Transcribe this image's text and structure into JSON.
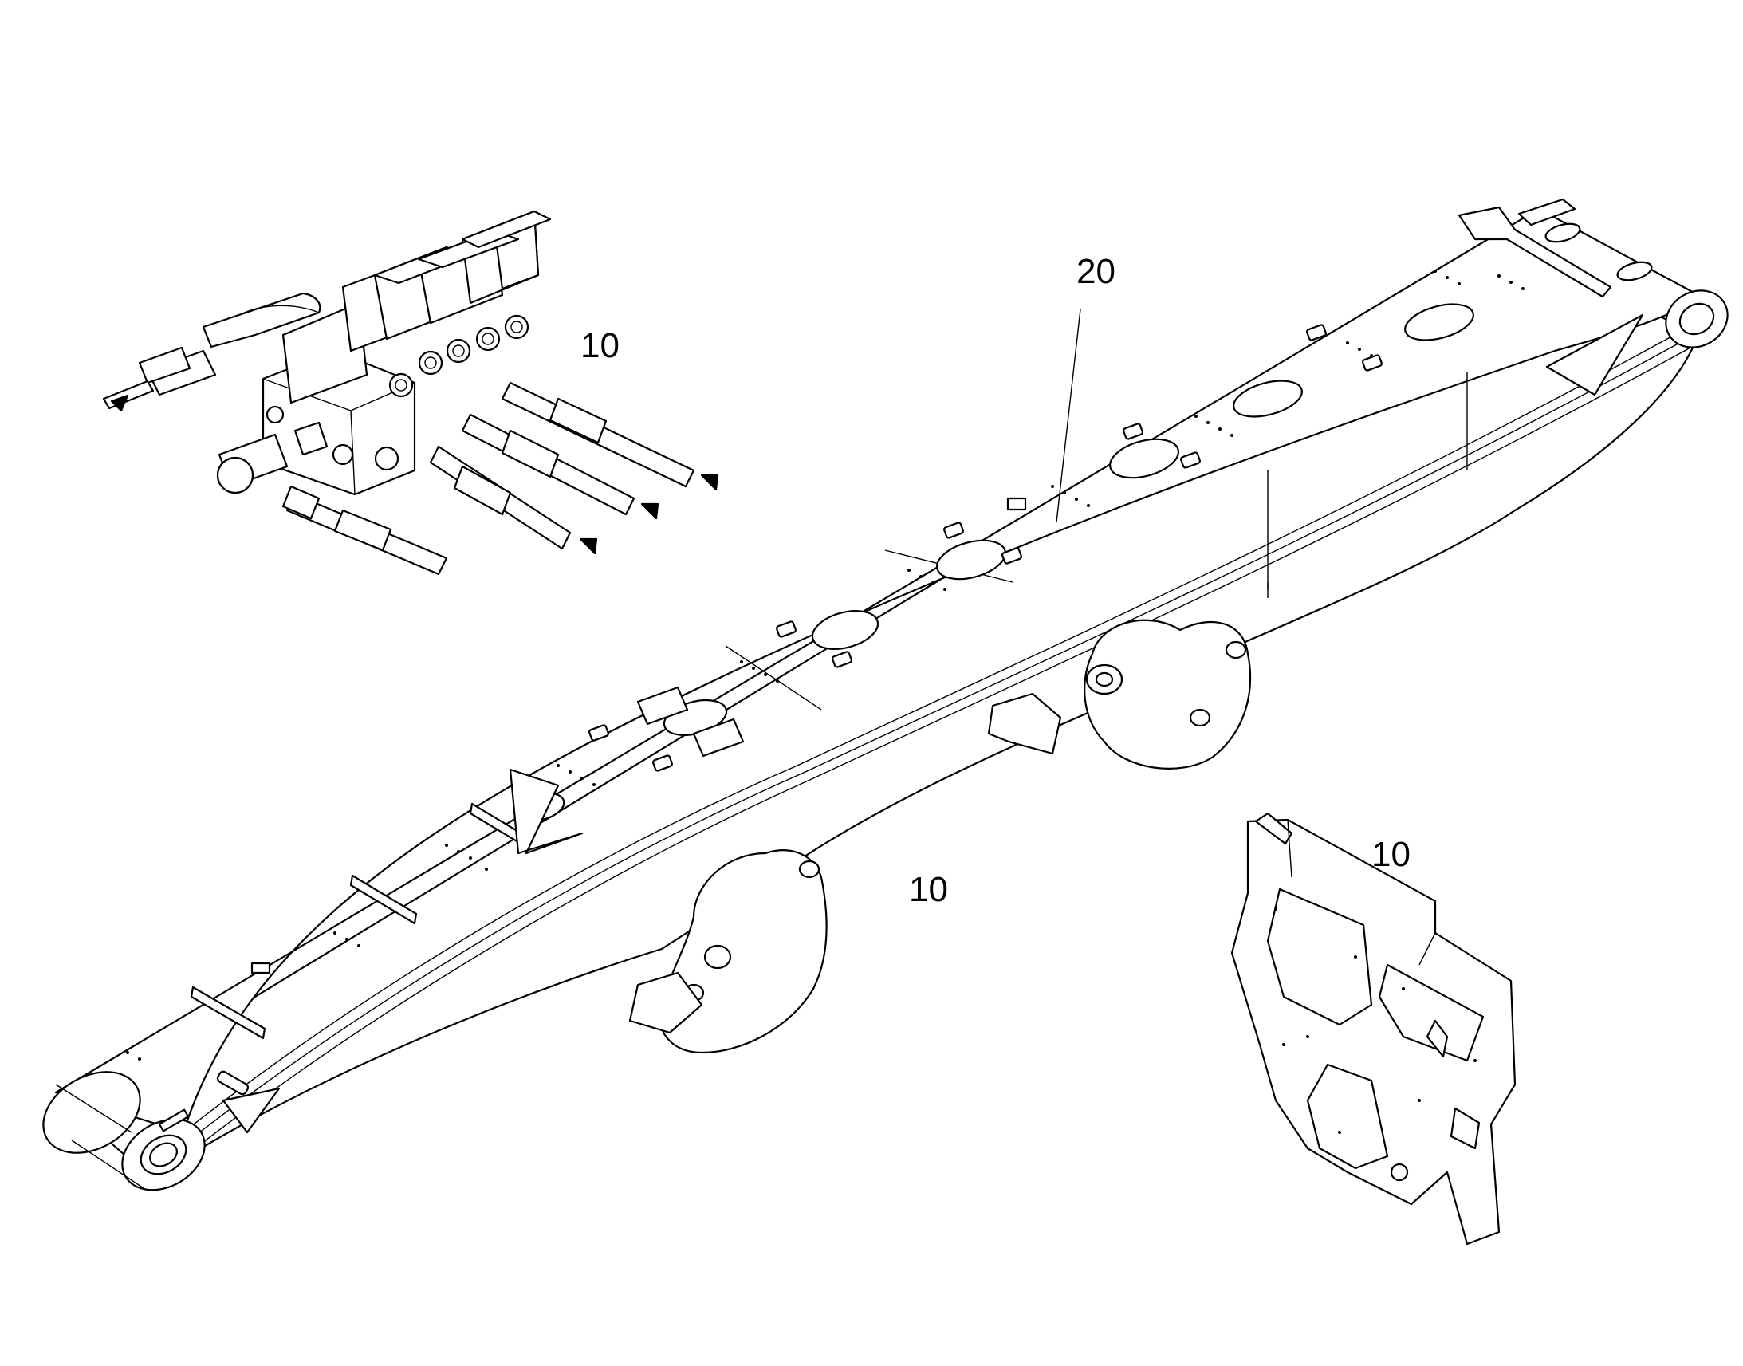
{
  "callouts": [
    {
      "id": "valve-block",
      "text": "10"
    },
    {
      "id": "boom-top-plate",
      "text": "20"
    },
    {
      "id": "boom",
      "text": "10"
    },
    {
      "id": "bracket",
      "text": "10"
    }
  ],
  "colors": {
    "line": "#000000",
    "background": "#ffffff"
  }
}
